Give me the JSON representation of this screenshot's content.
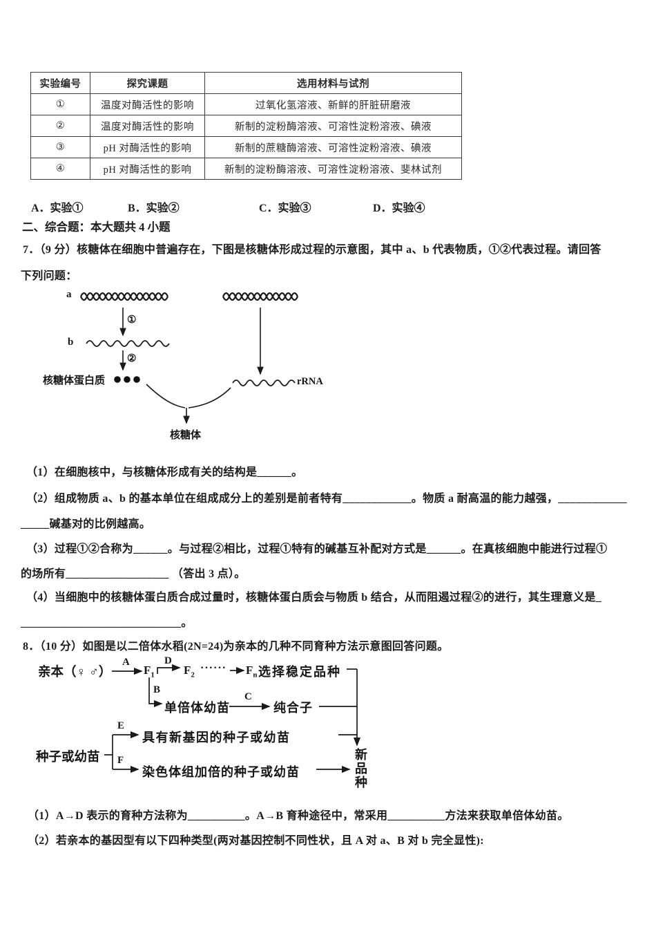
{
  "experiment_table": {
    "headers": [
      "实验编号",
      "探究课题",
      "选用材料与试剂"
    ],
    "rows": [
      [
        "①",
        "温度对酶活性的影响",
        "过氧化氢溶液、新鲜的肝脏研磨液"
      ],
      [
        "②",
        "温度对酶活性的影响",
        "新制的淀粉酶溶液、可溶性淀粉溶液、碘液"
      ],
      [
        "③",
        "pH 对酶活性的影响",
        "新制的蔗糖酶溶液、可溶性淀粉溶液、碘液"
      ],
      [
        "④",
        "pH 对酶活性的影响",
        "新制的淀粉酶溶液、可溶性淀粉溶液、斐林试剂"
      ]
    ]
  },
  "choices": [
    "A．实验①",
    "B．实验②",
    "C．实验③",
    "D．实验④"
  ],
  "section_header": "二、综合题：本大题共 4 小题",
  "q7": {
    "stem_line1": "7．（9 分）核糖体在细胞中普遍存在，下图是核糖体形成过程的示意图，其中 a、b 代表物质，①②代表过程。请回答",
    "stem_line2": "下列问题：",
    "diagram": {
      "label_a": "a",
      "label_b": "b",
      "process1": "①",
      "process2": "②",
      "ribosomal_protein": "核糖体蛋白质",
      "rrna": "rRNA",
      "ribosome": "核糖体"
    },
    "sub1": "（1）在细胞核中，与核糖体形成有关的结构是______。",
    "sub2_line1": "（2）组成物质 a、b 的基本单位在组成成分上的差别是前者特有____________。物质 a 耐高温的能力越强，____________",
    "sub2_line2": "_____碱基对的比例越高。",
    "sub3_line1": "（3）过程①②合称为______。与过程②相比，过程①特有的碱基互补配对方式是______。在真核细胞中能进行过程①",
    "sub3_line2": "的场所有__________________ （答出 3 点）。",
    "sub4_line1": "（4）当细胞中的核糖体蛋白质合成过量时，核糖体蛋白质会与物质 b 结合，从而阻遏过程②的进行，其生理意义是_",
    "sub4_line2": "____________________________。"
  },
  "q8": {
    "stem": "8．（10 分）如图是以二倍体水稻(2N=24)为亲本的几种不同育种方法示意图回答问题。",
    "diagram": {
      "parents": "亲本（♀ ♂）",
      "label_A": "A",
      "label_B": "B",
      "label_C": "C",
      "label_D": "D",
      "label_E": "E",
      "label_F": "F",
      "f": "F",
      "f1_sub": "1",
      "f2_sub": "2",
      "fn_sub": "n",
      "dots": "······",
      "select_stable": "选择稳定品种",
      "haploid_seedling": "单倍体幼苗",
      "homozygote": "纯合子",
      "new_gene_seed": "具有新基因的种子或幼苗",
      "seed_or_seedling": "种子或幼苗",
      "doubled_seed": "染色体组加倍的种子或幼苗",
      "new_variety": "新品种"
    },
    "sub1": "（1）A→D 表示的育种方法称为__________。A→B 育种途径中，常采用__________方法来获取单倍体幼苗。",
    "sub2": "（2）若亲本的基因型有以下四种类型(两对基因控制不同性状，且 A 对 a、B 对 b 完全显性):"
  }
}
